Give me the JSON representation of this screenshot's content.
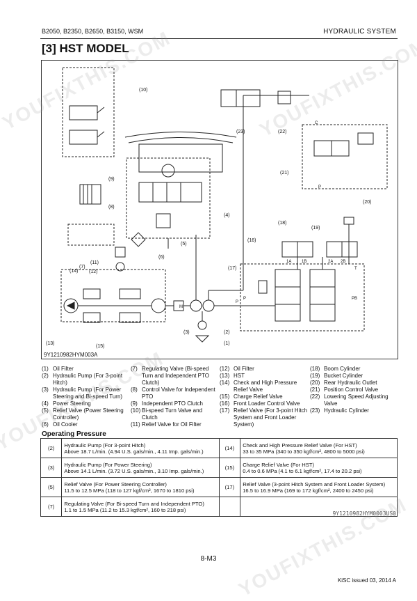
{
  "header": {
    "models": "B2050, B2350, B2650, B3150, WSM",
    "section": "HYDRAULIC SYSTEM"
  },
  "title": "[3]  HST MODEL",
  "figure": {
    "code": "9Y1210982HYM003A",
    "callouts": [
      "(1)",
      "(2)",
      "(3)",
      "(4)",
      "(5)",
      "(6)",
      "(7)",
      "(8)",
      "(9)",
      "(10)",
      "(11)",
      "(12)",
      "(13)",
      "(14)",
      "(15)",
      "(16)",
      "(17)",
      "(18)",
      "(19)",
      "(20)",
      "(21)",
      "(22)",
      "(23)"
    ],
    "ports": [
      "1A",
      "1B",
      "2A",
      "2B",
      "T",
      "P",
      "PB",
      "C",
      "P",
      "M",
      "P"
    ]
  },
  "legend": {
    "col1": [
      {
        "n": "(1)",
        "t": "Oil Filter"
      },
      {
        "n": "(2)",
        "t": "Hydraulic Pump (For 3-point Hitch)"
      },
      {
        "n": "(3)",
        "t": "Hydraulic Pump (For Power Steering and Bi-speed Turn)"
      },
      {
        "n": "(4)",
        "t": "Power Steering"
      },
      {
        "n": "(5)",
        "t": "Relief Valve (Power Steering Controller)"
      },
      {
        "n": "(6)",
        "t": "Oil Cooler"
      }
    ],
    "col2": [
      {
        "n": "(7)",
        "t": "Regulating Valve (Bi-speed Turn and Independent PTO Clutch)"
      },
      {
        "n": "(8)",
        "t": "Control Valve for Independent PTO"
      },
      {
        "n": "(9)",
        "t": "Independent PTO Clutch"
      },
      {
        "n": "(10)",
        "t": "Bi-speed Turn Valve and Clutch"
      },
      {
        "n": "(11)",
        "t": "Relief Valve for Oil Filter"
      }
    ],
    "col3": [
      {
        "n": "(12)",
        "t": "Oil Filter"
      },
      {
        "n": "(13)",
        "t": "HST"
      },
      {
        "n": "(14)",
        "t": "Check and High Pressure Relief Valve"
      },
      {
        "n": "(15)",
        "t": "Charge Relief Valve"
      },
      {
        "n": "(16)",
        "t": "Front Loader Control Valve"
      },
      {
        "n": "(17)",
        "t": "Relief Valve (For 3-point Hitch System and Front Loader System)"
      }
    ],
    "col4": [
      {
        "n": "(18)",
        "t": "Boom Cylinder"
      },
      {
        "n": "(19)",
        "t": "Bucket Cylinder"
      },
      {
        "n": "(20)",
        "t": "Rear Hydraulic Outlet"
      },
      {
        "n": "(21)",
        "t": "Position Control Valve"
      },
      {
        "n": "(22)",
        "t": "Lowering Speed Adjusting Valve"
      },
      {
        "n": "(23)",
        "t": "Hydraulic Cylinder"
      }
    ]
  },
  "operating_pressure": {
    "title": "Operating Pressure",
    "rows": [
      {
        "ln": "(2)",
        "l1": "Hydraulic Pump (For 3-point Hitch)",
        "l2": "Above 18.7 L/min. (4.94 U.S. gals/min., 4.11 Imp. gals/min.)",
        "rn": "(14)",
        "r1": "Check and High Pressure Relief Valve (For HST)",
        "r2": "33 to 35 MPa (340 to 350 kgf/cm², 4800 to 5000 psi)"
      },
      {
        "ln": "(3)",
        "l1": "Hydraulic Pump (For Power Steering)",
        "l2": "Above 14.1 L/min. (3.72 U.S. gals/min., 3.10 Imp. gals/min.)",
        "rn": "(15)",
        "r1": "Charge Relief Valve (For HST)",
        "r2": "0.4 to 0.6 MPa (4.1 to 6.1 kgf/cm², 17.4 to 20.2 psi)"
      },
      {
        "ln": "(5)",
        "l1": "Relief Valve (For Power Steering Controller)",
        "l2": "11.5 to 12.5 MPa (118 to 127 kgf/cm², 1670 to 1810 psi)",
        "rn": "(17)",
        "r1": "Relief Valve (3-point Hitch System and Front Loader System)",
        "r2": "16.5 to 16.9 MPa (169 to 172 kgf/cm², 2400 to 2450 psi)"
      },
      {
        "ln": "(7)",
        "l1": "Regulating Valve (For Bi-speed Turn and Independent PTO)",
        "l2": "1.1 to 1.5 MPa (11.2 to 15.3 kgf/cm², 160 to 218 psi)",
        "rn": "",
        "r1": "",
        "r2": ""
      }
    ],
    "code": "9Y1210982HYM0003US0"
  },
  "page_number": "8-M3",
  "footer": "KiSC issued 03, 2014 A",
  "watermarks": [
    "YOUFIXTHIS.COM",
    "YOUFIXTHIS.COM",
    "YOUFIXTHIS.COM",
    "YOUFIXTHIS.COM"
  ]
}
